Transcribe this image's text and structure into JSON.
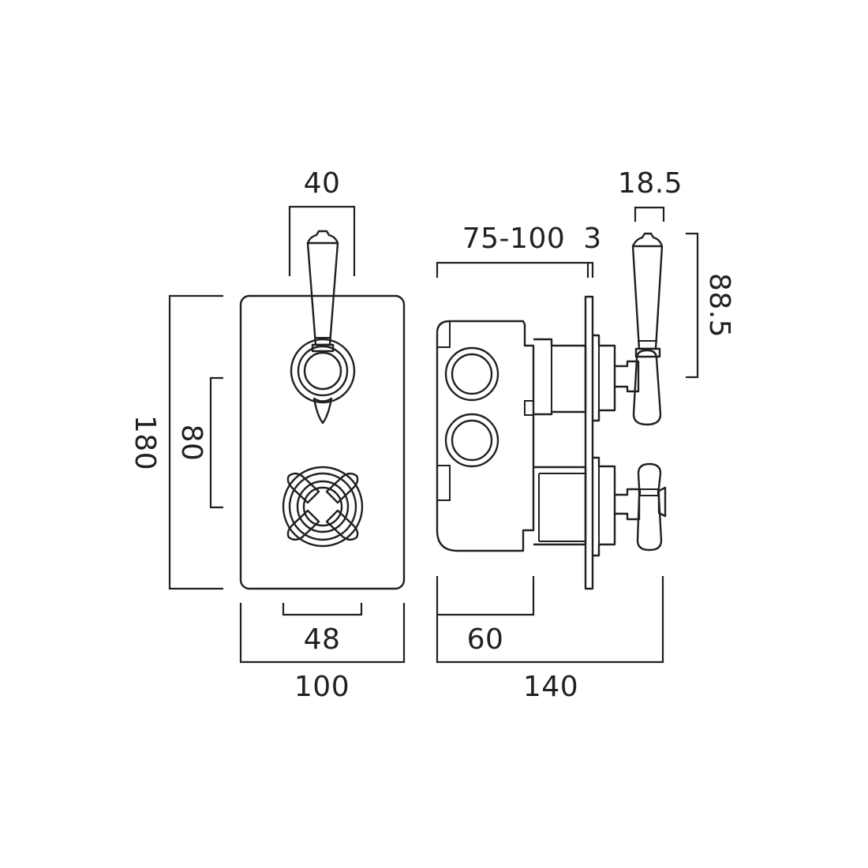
{
  "dimensions": {
    "handle_width": "40",
    "spindle_depth": "18.5",
    "wall_depth_range": "75-100",
    "plate_thickness": "3",
    "lever_height": "88.5",
    "total_height": "180",
    "spindle_spacing": "80",
    "control_spacing": "48",
    "body_depth": "60",
    "plate_width": "100",
    "total_depth": "140"
  },
  "colors": {
    "line": "#231f20",
    "background": "#ffffff"
  }
}
